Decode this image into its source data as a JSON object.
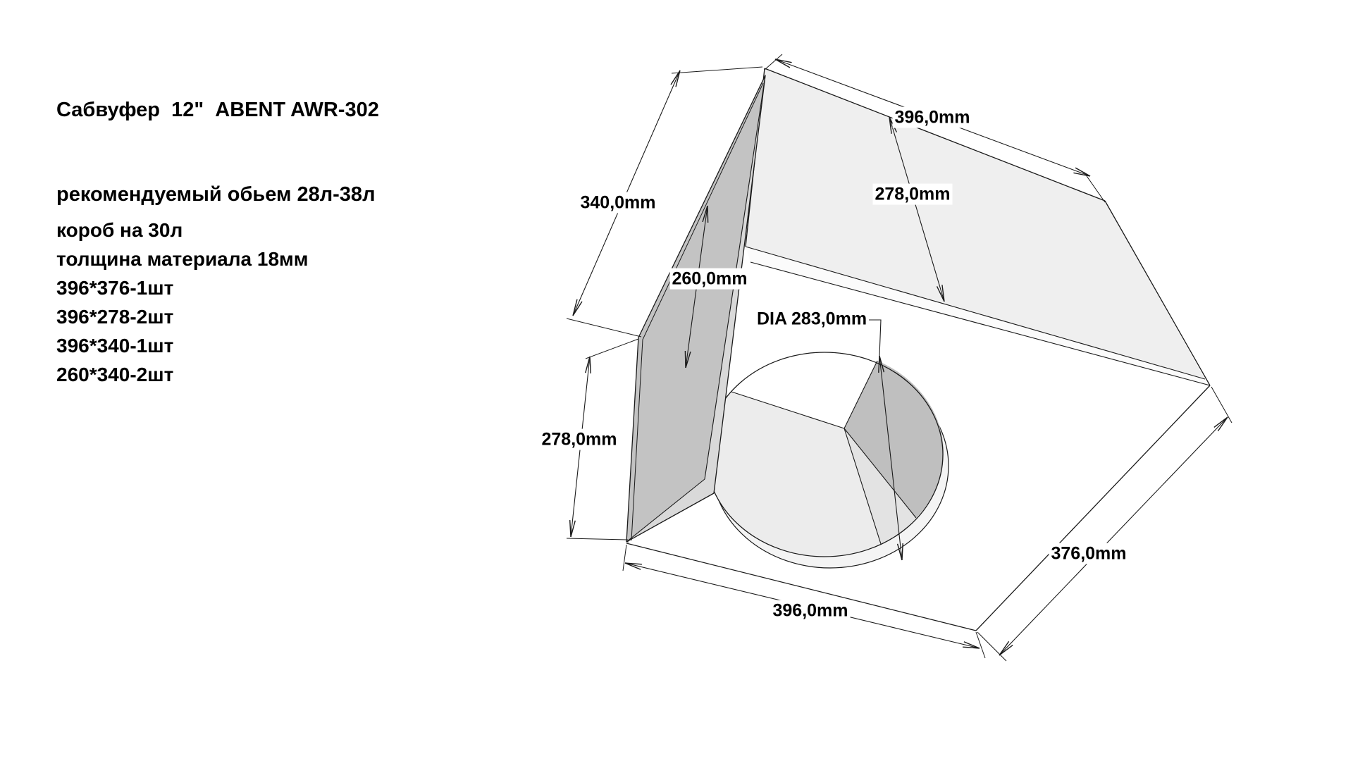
{
  "header": {
    "line1": "Сабвуфер  12\"  ABENT AWR-302",
    "line2": "рекомендуемый обьем 28л-38л"
  },
  "specs": [
    "короб на 30л",
    "толщина материала 18мм",
    "396*376-1шт",
    "396*278-2шт",
    "396*340-1шт",
    "260*340-2шт"
  ],
  "diagram": {
    "dimensions": {
      "top_width": "396,0mm",
      "top_depth": "278,0mm",
      "back_edge": "340,0mm",
      "panel_width": "260,0mm",
      "front_height": "278,0mm",
      "bottom_width": "396,0mm",
      "side_depth": "376,0mm",
      "hole_diameter": "DIA 283,0mm"
    },
    "colors": {
      "line": "#1a1a1a",
      "top_face": "#efefef",
      "band": "#fbfbfb",
      "front_face": "#ffffff",
      "panel_face": "#c3c3c3",
      "panel_edge": "#d9d9d9",
      "hole_base": "#ececec",
      "hole_shadow": "#bfbfbf",
      "hole_strip": "#e3e3e3",
      "rim": "#f4f4f4",
      "label_mask": "#ffffff"
    }
  }
}
